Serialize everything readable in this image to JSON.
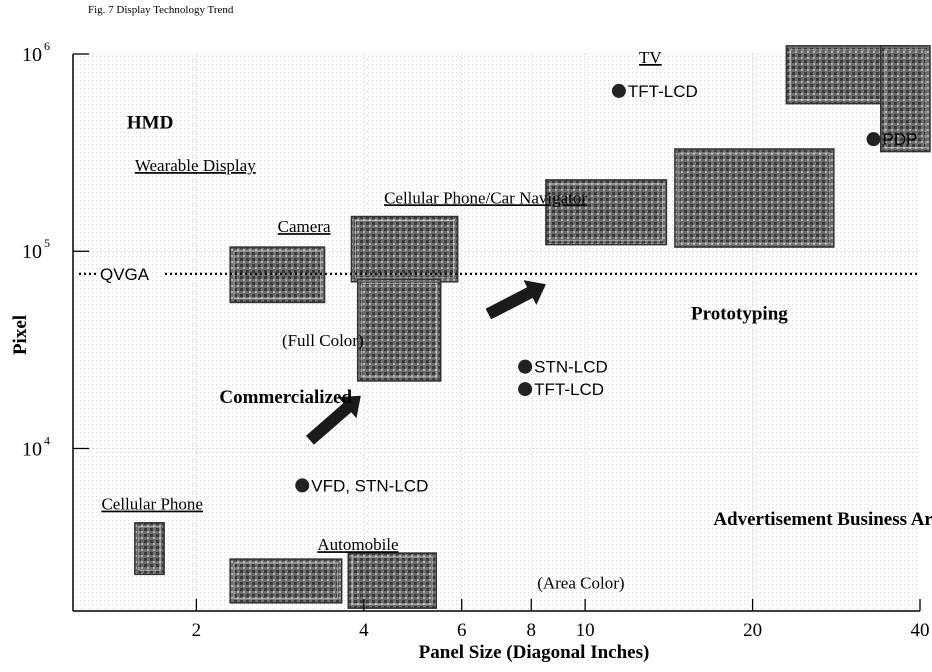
{
  "figure_caption": "Fig. 7 Display Technology Trend",
  "colors": {
    "axis": "#000000",
    "marker": "#222222",
    "arrow": "#1a1a1a",
    "grid": "#bfbfbf"
  },
  "chart_data": {
    "type": "scatter",
    "title": "",
    "xlabel": "Panel Size (Diagonal Inches)",
    "ylabel": "Pixel",
    "xscale": "log",
    "yscale": "log",
    "xlim": [
      1.2,
      40
    ],
    "ylim": [
      1500,
      1000000
    ],
    "x_ticks": [
      {
        "value": 2,
        "label": "2"
      },
      {
        "value": 4,
        "label": "4"
      },
      {
        "value": 6,
        "label": "6"
      },
      {
        "value": 8,
        "label": "8"
      },
      {
        "value": 10,
        "label": "10"
      },
      {
        "value": 20,
        "label": "20"
      },
      {
        "value": 40,
        "label": "40"
      }
    ],
    "y_ticks": [
      {
        "value": 1000000,
        "label": "10",
        "exp": "6"
      },
      {
        "value": 100000,
        "label": "10",
        "exp": "5"
      },
      {
        "value": 10000,
        "label": "10",
        "exp": "4"
      }
    ],
    "grid": true,
    "legend": "none",
    "reference_line": {
      "name": "QVGA",
      "y": 76800,
      "style": "dotted"
    },
    "points": [
      {
        "label": "TFT-LCD",
        "x": 11.5,
        "y": 650000
      },
      {
        "label": "PDP",
        "x": 33,
        "y": 370000
      },
      {
        "label": "STN-LCD",
        "x": 7.8,
        "y": 26000
      },
      {
        "label": "TFT-LCD",
        "x": 7.8,
        "y": 20000
      },
      {
        "label": "VFD, STN-LCD",
        "x": 3.1,
        "y": 6500
      }
    ],
    "annotations": [
      {
        "text": "TV",
        "x": 12.5,
        "y": 900000,
        "style": "underline"
      },
      {
        "text": "HMD",
        "x": 1.5,
        "y": 420000,
        "style": "bold"
      },
      {
        "text": "Wearable Display",
        "x": 1.55,
        "y": 255000,
        "style": "underline"
      },
      {
        "text": "Cellular Phone/Car Navigator",
        "x": 4.35,
        "y": 175000,
        "style": "underline"
      },
      {
        "text": "Camera",
        "x": 2.8,
        "y": 125000,
        "style": "underline"
      },
      {
        "text": "(Full Color)",
        "x": 2.85,
        "y": 33000,
        "style": "normal"
      },
      {
        "text": "Prototyping",
        "x": 15.5,
        "y": 45000,
        "style": "bold"
      },
      {
        "text": "Commercialized",
        "x": 2.2,
        "y": 17000,
        "style": "bold"
      },
      {
        "text": "Cellular Phone",
        "x": 1.35,
        "y": 4900,
        "style": "underline"
      },
      {
        "text": "Automobile",
        "x": 3.3,
        "y": 3050,
        "style": "underline"
      },
      {
        "text": "Advertisement Business Area",
        "x": 17,
        "y": 4100,
        "style": "bold"
      },
      {
        "text": "(Area Color)",
        "x": 8.2,
        "y": 1950,
        "style": "normal"
      }
    ],
    "images": [
      {
        "name": "tv-photo",
        "x0": 23,
        "x1": 38,
        "y0": 560000,
        "y1": 1100000
      },
      {
        "name": "woman-photo",
        "x0": 34,
        "x1": 44,
        "y0": 320000,
        "y1": 1100000
      },
      {
        "name": "pdp-photo",
        "x0": 14.5,
        "x1": 28,
        "y0": 105000,
        "y1": 330000
      },
      {
        "name": "lcd-tv-photo",
        "x0": 8.5,
        "x1": 14,
        "y0": 108000,
        "y1": 230000
      },
      {
        "name": "car-navigator-photo",
        "x0": 3.8,
        "x1": 5.9,
        "y0": 70000,
        "y1": 150000
      },
      {
        "name": "full-color-phone-photo",
        "x0": 3.9,
        "x1": 5.5,
        "y0": 22000,
        "y1": 72000
      },
      {
        "name": "camera-photo",
        "x0": 2.3,
        "x1": 3.4,
        "y0": 55000,
        "y1": 105000
      },
      {
        "name": "cellular-phone-photo",
        "x0": 1.55,
        "x1": 1.75,
        "y0": 2300,
        "y1": 4200
      },
      {
        "name": "car-audio-photo",
        "x0": 2.3,
        "x1": 3.65,
        "y0": 1650,
        "y1": 2750
      },
      {
        "name": "car-display-photo",
        "x0": 3.75,
        "x1": 5.4,
        "y0": 1550,
        "y1": 2950
      }
    ],
    "arrows": [
      {
        "x0": 3.2,
        "y0": 11000,
        "x1": 3.95,
        "y1": 18500
      },
      {
        "x0": 6.7,
        "y0": 48000,
        "x1": 8.5,
        "y1": 68000
      }
    ]
  }
}
